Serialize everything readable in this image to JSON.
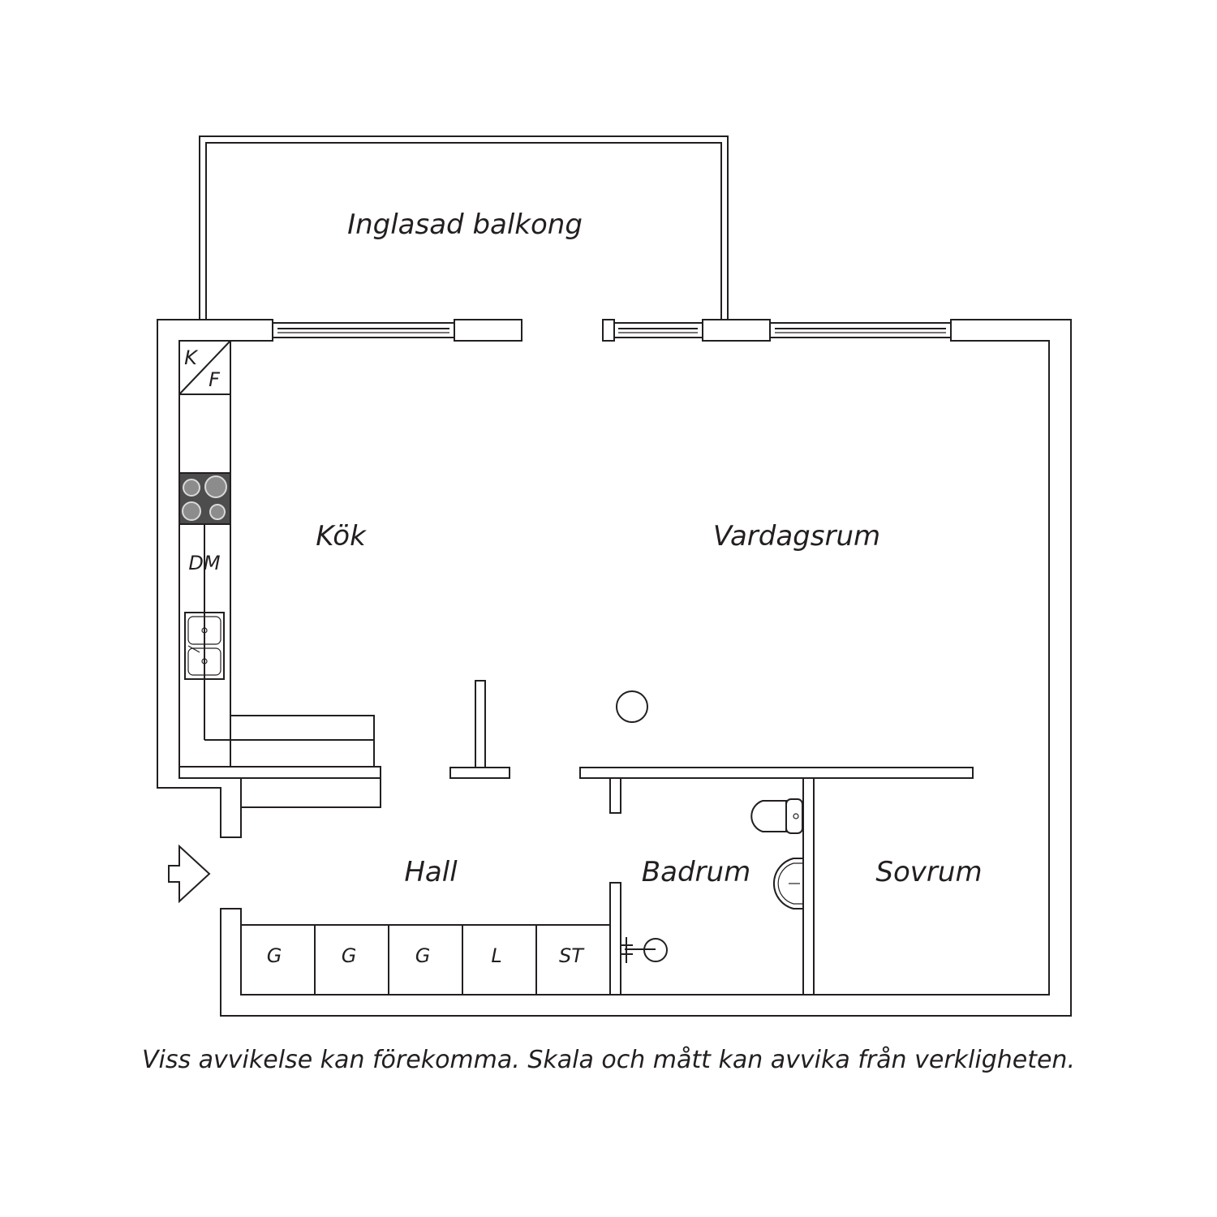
{
  "rooms": {
    "balcony": "Inglasad balkong",
    "kitchen": "Kök",
    "living": "Vardagsrum",
    "hall": "Hall",
    "bathroom": "Badrum",
    "bedroom": "Sovrum"
  },
  "appliances": {
    "fridge_k": "K",
    "freezer_f": "F",
    "dishwasher": "DM"
  },
  "storage": [
    "G",
    "G",
    "G",
    "L",
    "ST"
  ],
  "disclaimer": "Viss avvikelse kan förekomma. Skala och mått kan avvika från verkligheten.",
  "colors": {
    "line": "#231f20",
    "stove": "#4d4d4d",
    "background": "#ffffff"
  }
}
